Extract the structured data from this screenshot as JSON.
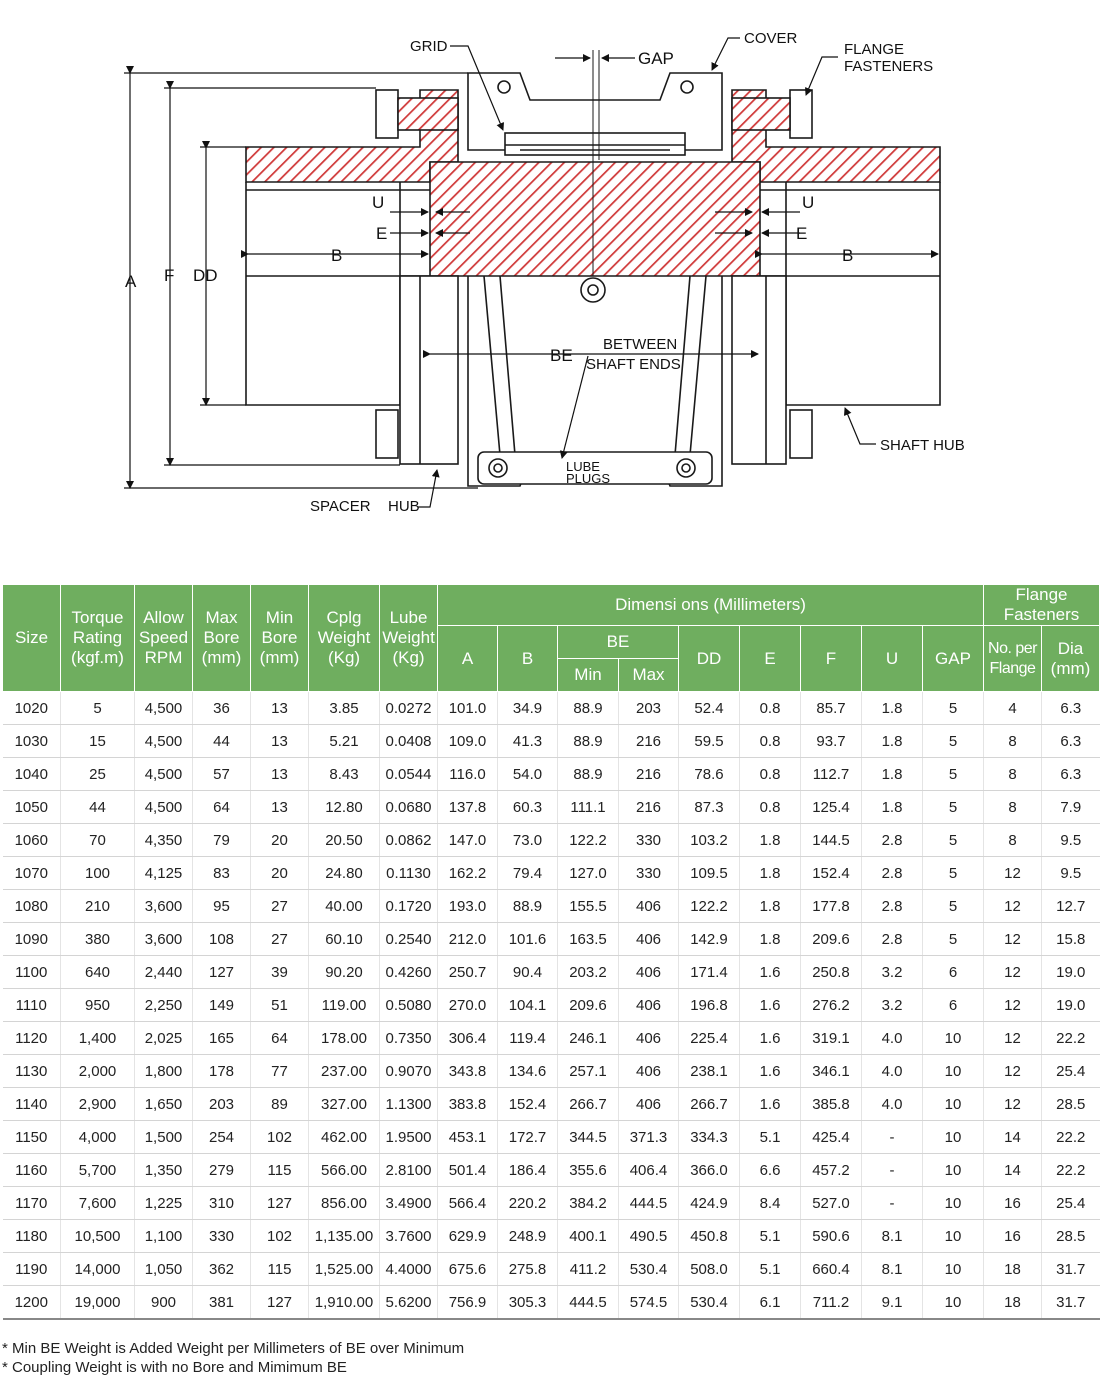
{
  "diagram": {
    "labels": {
      "grid": "GRID",
      "gap": "GAP",
      "cover": "COVER",
      "flange_fasteners_1": "FLANGE",
      "flange_fasteners_2": "FASTENERS",
      "A": "A",
      "F": "F",
      "DD": "DD",
      "U_left": "U",
      "E_left": "E",
      "B_left": "B",
      "U_right": "U",
      "E_right": "E",
      "B_right": "B",
      "BE": "BE",
      "between_1": "BETWEEN",
      "between_2": "SHAFT ENDS",
      "lube_1": "LUBE",
      "lube_2": "PLUGS",
      "shaft_hub": "SHAFT HUB",
      "spacer": "SPACER",
      "hub": "HUB"
    },
    "colors": {
      "section_hatch": "#d03a3a",
      "line": "#1a1a1a"
    }
  },
  "table": {
    "colors": {
      "header_bg": "#6fae5f",
      "header_text": "#ffffff"
    },
    "headers": {
      "size": "Size",
      "torque": [
        "Torque",
        "Rating",
        "(kgf.m)"
      ],
      "speed": [
        "Allow",
        "Speed",
        "RPM"
      ],
      "max_bore": [
        "Max",
        "Bore",
        "(mm)"
      ],
      "min_bore": [
        "Min",
        "Bore",
        "(mm)"
      ],
      "weight": [
        "Cplg",
        "Weight",
        "(Kg)"
      ],
      "lube": [
        "Lube",
        "Weight",
        "(Kg)"
      ],
      "dimensions": "Dimensi ons (Millimeters)",
      "A": "A",
      "B": "B",
      "BE": "BE",
      "BE_min": "Min",
      "BE_max": "Max",
      "DD": "DD",
      "E": "E",
      "F": "F",
      "U": "U",
      "GAP": "GAP",
      "flange": [
        "Flange",
        "Fasteners"
      ],
      "no_per": [
        "No. per",
        "Flange"
      ],
      "dia": [
        "Dia",
        "(mm)"
      ]
    },
    "rows": [
      [
        "1020",
        "5",
        "4,500",
        "36",
        "13",
        "3.85",
        "0.0272",
        "101.0",
        "34.9",
        "88.9",
        "203",
        "52.4",
        "0.8",
        "85.7",
        "1.8",
        "5",
        "4",
        "6.3"
      ],
      [
        "1030",
        "15",
        "4,500",
        "44",
        "13",
        "5.21",
        "0.0408",
        "109.0",
        "41.3",
        "88.9",
        "216",
        "59.5",
        "0.8",
        "93.7",
        "1.8",
        "5",
        "8",
        "6.3"
      ],
      [
        "1040",
        "25",
        "4,500",
        "57",
        "13",
        "8.43",
        "0.0544",
        "116.0",
        "54.0",
        "88.9",
        "216",
        "78.6",
        "0.8",
        "112.7",
        "1.8",
        "5",
        "8",
        "6.3"
      ],
      [
        "1050",
        "44",
        "4,500",
        "64",
        "13",
        "12.80",
        "0.0680",
        "137.8",
        "60.3",
        "111.1",
        "216",
        "87.3",
        "0.8",
        "125.4",
        "1.8",
        "5",
        "8",
        "7.9"
      ],
      [
        "1060",
        "70",
        "4,350",
        "79",
        "20",
        "20.50",
        "0.0862",
        "147.0",
        "73.0",
        "122.2",
        "330",
        "103.2",
        "1.8",
        "144.5",
        "2.8",
        "5",
        "8",
        "9.5"
      ],
      [
        "1070",
        "100",
        "4,125",
        "83",
        "20",
        "24.80",
        "0.1130",
        "162.2",
        "79.4",
        "127.0",
        "330",
        "109.5",
        "1.8",
        "152.4",
        "2.8",
        "5",
        "12",
        "9.5"
      ],
      [
        "1080",
        "210",
        "3,600",
        "95",
        "27",
        "40.00",
        "0.1720",
        "193.0",
        "88.9",
        "155.5",
        "406",
        "122.2",
        "1.8",
        "177.8",
        "2.8",
        "5",
        "12",
        "12.7"
      ],
      [
        "1090",
        "380",
        "3,600",
        "108",
        "27",
        "60.10",
        "0.2540",
        "212.0",
        "101.6",
        "163.5",
        "406",
        "142.9",
        "1.8",
        "209.6",
        "2.8",
        "5",
        "12",
        "15.8"
      ],
      [
        "1100",
        "640",
        "2,440",
        "127",
        "39",
        "90.20",
        "0.4260",
        "250.7",
        "90.4",
        "203.2",
        "406",
        "171.4",
        "1.6",
        "250.8",
        "3.2",
        "6",
        "12",
        "19.0"
      ],
      [
        "1110",
        "950",
        "2,250",
        "149",
        "51",
        "119.00",
        "0.5080",
        "270.0",
        "104.1",
        "209.6",
        "406",
        "196.8",
        "1.6",
        "276.2",
        "3.2",
        "6",
        "12",
        "19.0"
      ],
      [
        "1120",
        "1,400",
        "2,025",
        "165",
        "64",
        "178.00",
        "0.7350",
        "306.4",
        "119.4",
        "246.1",
        "406",
        "225.4",
        "1.6",
        "319.1",
        "4.0",
        "10",
        "12",
        "22.2"
      ],
      [
        "1130",
        "2,000",
        "1,800",
        "178",
        "77",
        "237.00",
        "0.9070",
        "343.8",
        "134.6",
        "257.1",
        "406",
        "238.1",
        "1.6",
        "346.1",
        "4.0",
        "10",
        "12",
        "25.4"
      ],
      [
        "1140",
        "2,900",
        "1,650",
        "203",
        "89",
        "327.00",
        "1.1300",
        "383.8",
        "152.4",
        "266.7",
        "406",
        "266.7",
        "1.6",
        "385.8",
        "4.0",
        "10",
        "12",
        "28.5"
      ],
      [
        "1150",
        "4,000",
        "1,500",
        "254",
        "102",
        "462.00",
        "1.9500",
        "453.1",
        "172.7",
        "344.5",
        "371.3",
        "334.3",
        "5.1",
        "425.4",
        "-",
        "10",
        "14",
        "22.2"
      ],
      [
        "1160",
        "5,700",
        "1,350",
        "279",
        "115",
        "566.00",
        "2.8100",
        "501.4",
        "186.4",
        "355.6",
        "406.4",
        "366.0",
        "6.6",
        "457.2",
        "-",
        "10",
        "14",
        "22.2"
      ],
      [
        "1170",
        "7,600",
        "1,225",
        "310",
        "127",
        "856.00",
        "3.4900",
        "566.4",
        "220.2",
        "384.2",
        "444.5",
        "424.9",
        "8.4",
        "527.0",
        "-",
        "10",
        "16",
        "25.4"
      ],
      [
        "1180",
        "10,500",
        "1,100",
        "330",
        "102",
        "1,135.00",
        "3.7600",
        "629.9",
        "248.9",
        "400.1",
        "490.5",
        "450.8",
        "5.1",
        "590.6",
        "8.1",
        "10",
        "16",
        "28.5"
      ],
      [
        "1190",
        "14,000",
        "1,050",
        "362",
        "115",
        "1,525.00",
        "4.4000",
        "675.6",
        "275.8",
        "411.2",
        "530.4",
        "508.0",
        "5.1",
        "660.4",
        "8.1",
        "10",
        "18",
        "31.7"
      ],
      [
        "1200",
        "19,000",
        "900",
        "381",
        "127",
        "1,910.00",
        "5.6200",
        "756.9",
        "305.3",
        "444.5",
        "574.5",
        "530.4",
        "6.1",
        "711.2",
        "9.1",
        "10",
        "18",
        "31.7"
      ]
    ]
  },
  "notes": [
    "* Min BE Weight is Added Weight per Millimeters of BE over Minimum",
    "* Coupling Weight is with no Bore and Mimimum BE"
  ]
}
